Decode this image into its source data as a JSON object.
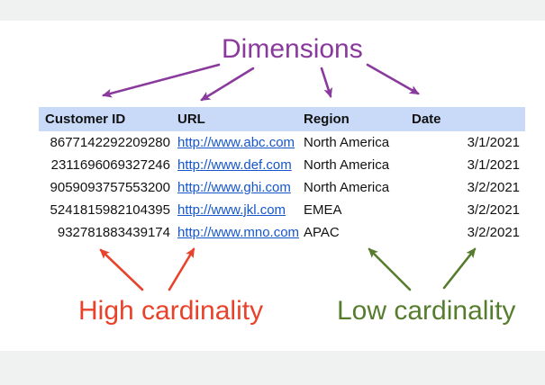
{
  "title": "Dimensions",
  "table": {
    "headers": [
      "Customer ID",
      "URL",
      "Region",
      "Date"
    ],
    "rows": [
      [
        "8677142292209280",
        "http://www.abc.com",
        "North America",
        "3/1/2021"
      ],
      [
        "2311696069327246",
        "http://www.def.com",
        "North America",
        "3/1/2021"
      ],
      [
        "9059093757553200",
        "http://www.ghi.com",
        "North America",
        "3/2/2021"
      ],
      [
        "5241815982104395",
        "http://www.jkl.com",
        "EMEA",
        "3/2/2021"
      ],
      [
        "932781883439174",
        "http://www.mno.com",
        "APAC",
        "3/2/2021"
      ]
    ]
  },
  "annotations": {
    "high_cardinality": "High cardinality",
    "low_cardinality": "Low cardinality"
  },
  "colors": {
    "purple": "#8a3a9c",
    "red": "#e8432a",
    "green": "#567d2e",
    "header_bg": "#c9daf8",
    "link_blue": "#1456cc",
    "graybar": "#f0f2f1"
  }
}
